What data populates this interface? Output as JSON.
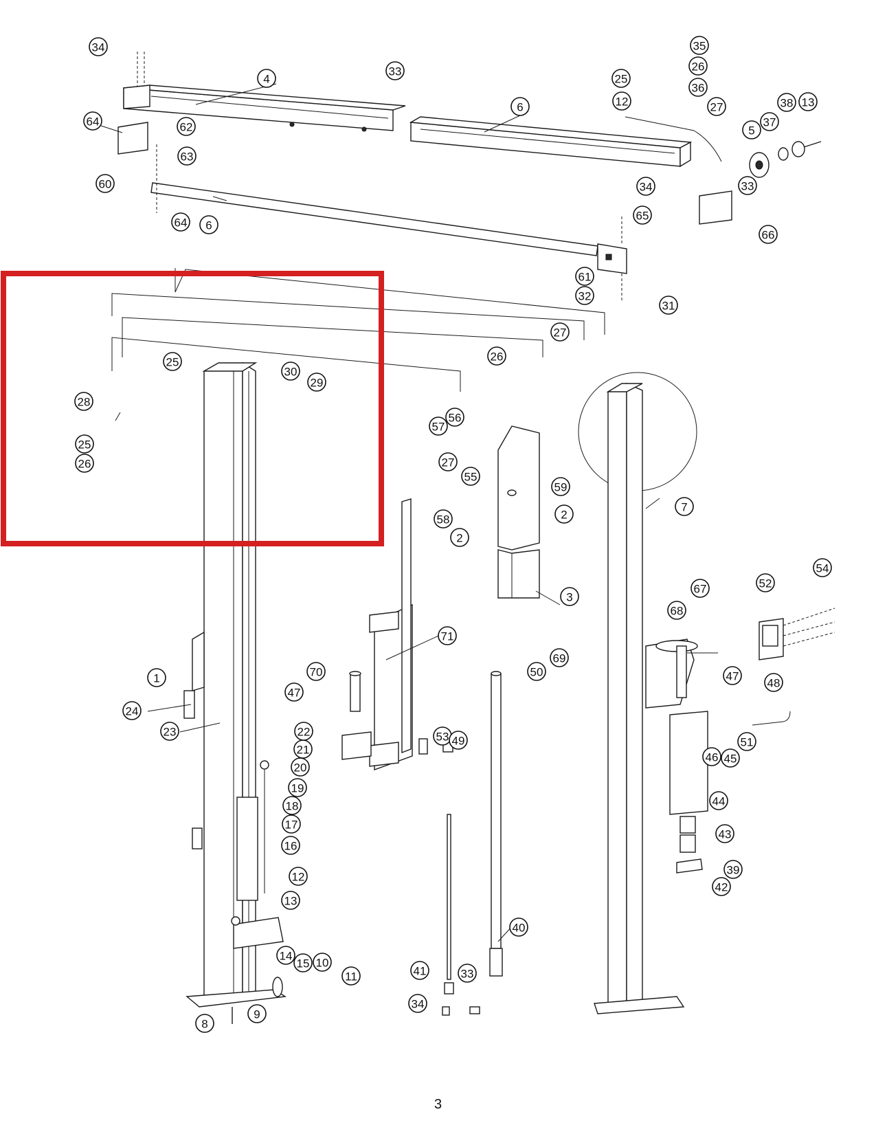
{
  "page_number": "3",
  "highlight_color": "#d42020",
  "callouts": [
    "34",
    "4",
    "33",
    "25",
    "35",
    "26",
    "36",
    "27",
    "12",
    "38",
    "13",
    "37",
    "5",
    "6",
    "64",
    "62",
    "63",
    "60",
    "64",
    "6",
    "34",
    "33",
    "65",
    "66",
    "61",
    "32",
    "31",
    "27",
    "26",
    "25",
    "30",
    "29",
    "28",
    "25",
    "26",
    "57",
    "56",
    "27",
    "59",
    "55",
    "58",
    "2",
    "2",
    "3",
    "7",
    "71",
    "70",
    "47",
    "1",
    "24",
    "23",
    "22",
    "21",
    "20",
    "19",
    "18",
    "17",
    "16",
    "12",
    "13",
    "14",
    "15",
    "10",
    "11",
    "8",
    "9",
    "53",
    "49",
    "67",
    "68",
    "52",
    "54",
    "69",
    "50",
    "47",
    "48",
    "51",
    "46",
    "45",
    "44",
    "43",
    "39",
    "42",
    "40",
    "41",
    "33",
    "34"
  ]
}
